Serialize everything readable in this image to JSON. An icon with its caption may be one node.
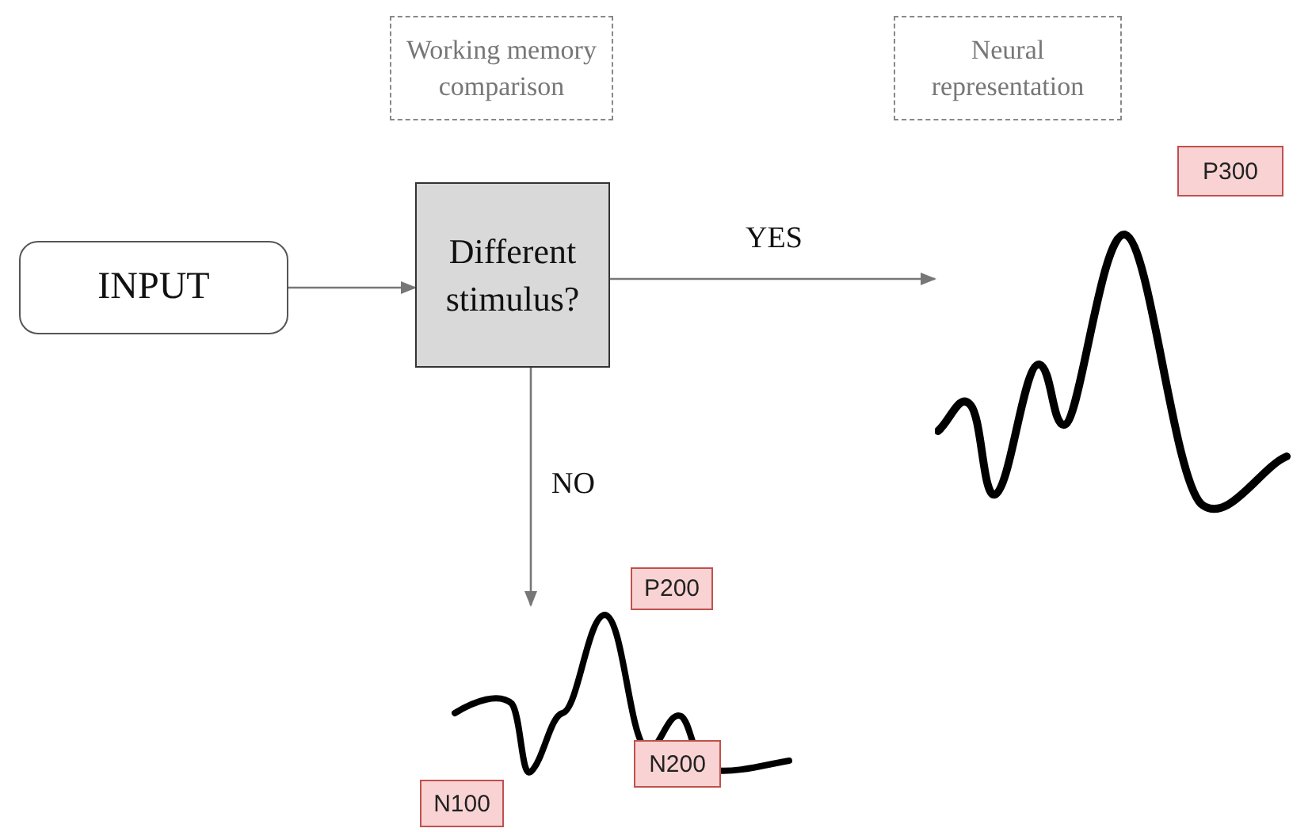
{
  "diagram": {
    "nodes": [
      {
        "text": [
          "Working memory comparison"
        ]
      },
      {
        "text": [
          "Neural representation"
        ]
      },
      {
        "text": [
          "INPUT"
        ]
      },
      {
        "text": [
          "Different stimulus?"
        ]
      },
      {
        "text": [
          "P300"
        ]
      },
      {
        "text": [],
        "shape": "picture"
      },
      {
        "text": [
          "P200"
        ]
      },
      {
        "text": [],
        "shape": "picture"
      },
      {
        "text": [
          "N200"
        ]
      },
      {
        "text": [
          "N100"
        ]
      }
    ],
    "edges": [
      {
        "from": 2,
        "to": 3,
        "arrow": "to"
      },
      {
        "from": 3,
        "to": 5,
        "arrow": "to",
        "label": "YES"
      },
      {
        "from": 3,
        "to": 7,
        "arrow": "to",
        "label": "NO"
      }
    ]
  }
}
